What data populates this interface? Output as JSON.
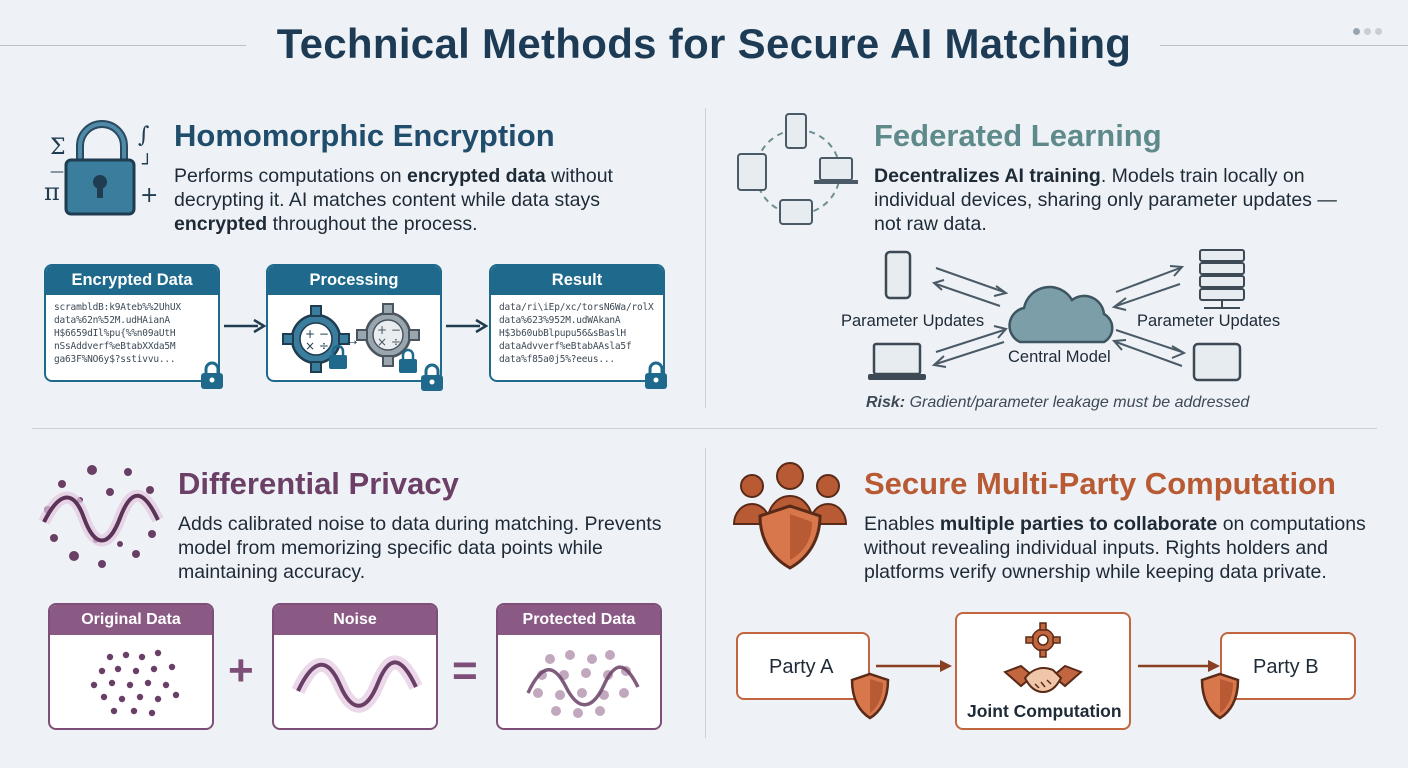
{
  "page": {
    "title": "Technical Methods for Secure AI Matching"
  },
  "colors": {
    "he": "#1f6a8c",
    "fl": "#5f8a8b",
    "dp": "#7d4f78",
    "mpc": "#c26640"
  },
  "homomorphic": {
    "title": "Homomorphic Encryption",
    "desc": [
      {
        "text": "Performs computations on ",
        "bold": false
      },
      {
        "text": "encrypted data",
        "bold": true
      },
      {
        "text": " without decrypting it. AI matches content while data stays ",
        "bold": false
      },
      {
        "text": "encrypted",
        "bold": true
      },
      {
        "text": " throughout the process.",
        "bold": false
      }
    ],
    "boxes": [
      {
        "label": "Encrypted Data",
        "lines": [
          "scrambldB:k9Ateb%%2UhUX",
          "data%62n%52M.udHAianA",
          "H$6659dIl%pu{%%n09aUtH",
          "nSsAddverf%eBtabXXda5M",
          "ga63F%NO6y$?sstivvu..."
        ]
      },
      {
        "label": "Processing"
      },
      {
        "label": "Result",
        "lines": [
          "data/ri\\iEp/xc/torsN6Wa/rolX",
          "data%623%952M.udWAkanA",
          "H$3b60ubBlpupu56&sBaslH",
          "dataAdvverf%eBtabAAsla5f",
          "data%f85a0j5%?eeus..."
        ]
      }
    ],
    "icons": [
      "lock-icon",
      "gear-icon"
    ]
  },
  "federated": {
    "title": "Federated Learning",
    "desc": [
      {
        "text": "Decentralizes AI training",
        "bold": true
      },
      {
        "text": ". Models train locally on individual devices, sharing only parameter updates —not raw data.",
        "bold": false
      }
    ],
    "left_label": "Parameter Updates",
    "right_label": "Parameter Updates",
    "center_label": "Central Model",
    "risk_label": "Risk:",
    "risk_text": " Gradient/parameter leakage must be addressed",
    "icons": [
      "phone-icon",
      "tablet-icon",
      "laptop-icon",
      "server-icon",
      "cloud-icon"
    ]
  },
  "differential": {
    "title": "Differential Privacy",
    "desc": [
      {
        "text": "Adds calibrated noise to data during matching. Prevents model from memorizing specific data points while maintaining accuracy.",
        "bold": false
      }
    ],
    "boxes": [
      {
        "label": "Original Data"
      },
      {
        "label": "Noise"
      },
      {
        "label": "Protected Data"
      }
    ],
    "plus": "+",
    "equals": "="
  },
  "smpc": {
    "title": "Secure Multi-Party Computation",
    "desc": [
      {
        "text": "Enables ",
        "bold": false
      },
      {
        "text": "multiple parties to collaborate",
        "bold": true
      },
      {
        "text": " on computations without revealing individual inputs. Rights holders and platforms verify ownership while keeping data private.",
        "bold": false
      }
    ],
    "party_a": "Party A",
    "party_b": "Party B",
    "joint": "Joint Computation",
    "icons": [
      "people-shield-icon",
      "shield-icon",
      "handshake-icon",
      "gear-icon"
    ]
  }
}
